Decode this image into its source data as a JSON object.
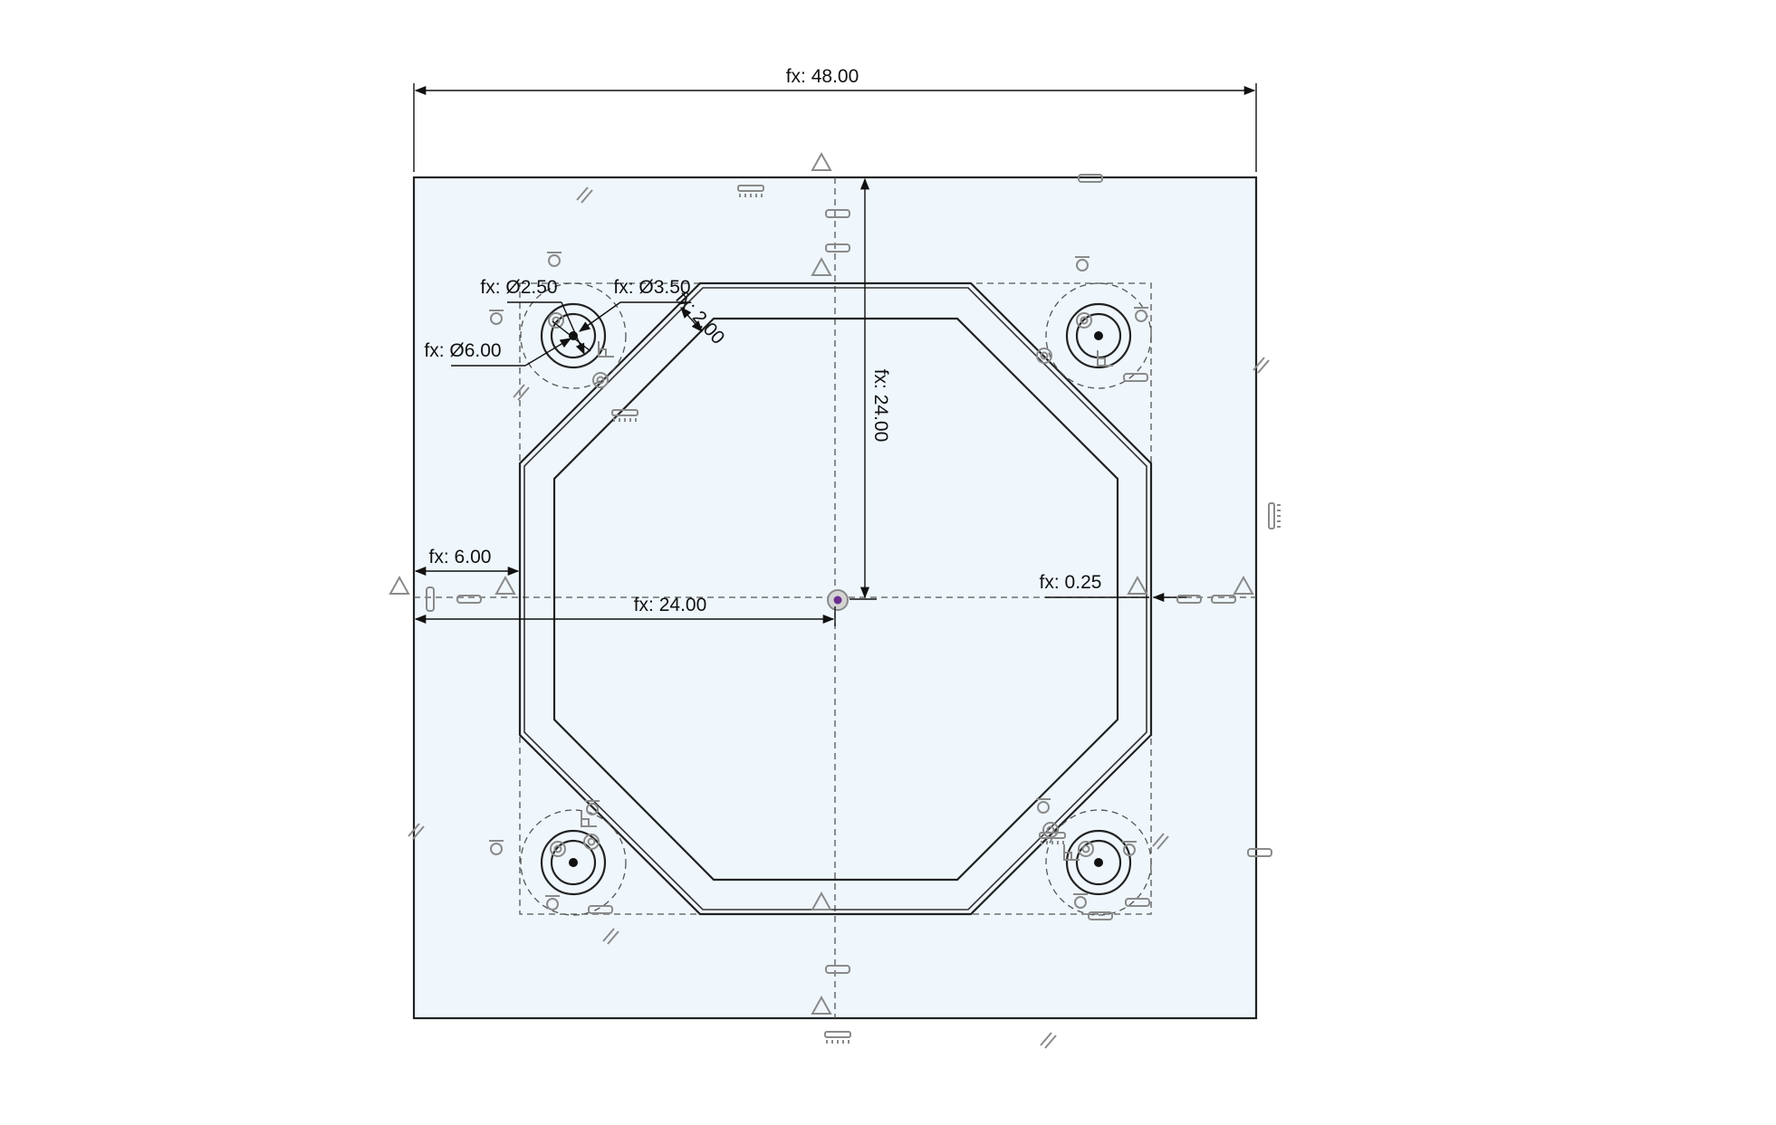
{
  "sketch": {
    "plate_fill": "#eff7fc",
    "line_color": "#222222",
    "origin_color": "#6a2f8e",
    "dimensions": {
      "overall_width": "fx: 48.00",
      "top_to_center": "fx: 24.00",
      "left_to_center": "fx: 24.00",
      "left_inset": "fx: 6.00",
      "right_gap": "fx: 0.25",
      "wall_offset": "fx: 2.00",
      "hole_small_dia": "fx: Ø2.50",
      "hole_mid_dia": "fx: Ø3.50",
      "hole_large_dia": "fx: Ø6.00"
    },
    "constraint_icons": [
      "horizontal-icon",
      "vertical-icon",
      "parallel-icon",
      "midpoint-icon",
      "tangent-icon",
      "coincident-icon",
      "fix-icon",
      "perpendicular-icon",
      "concentric-icon"
    ]
  }
}
